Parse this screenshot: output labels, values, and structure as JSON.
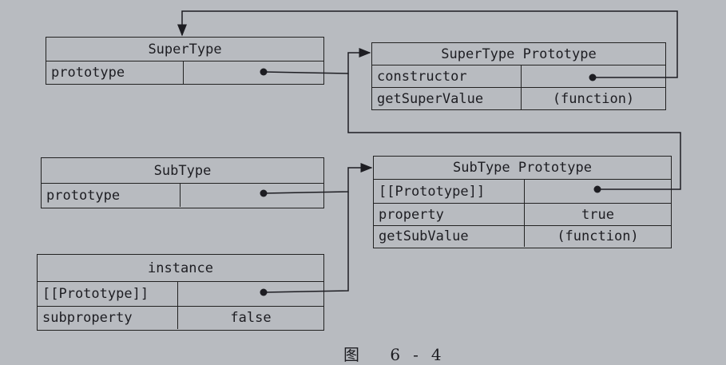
{
  "supertype": {
    "title": "SuperType",
    "rows": [
      {
        "key": "prototype",
        "value": ""
      }
    ]
  },
  "supertype_prototype": {
    "title": "SuperType Prototype",
    "rows": [
      {
        "key": "constructor",
        "value": ""
      },
      {
        "key": "getSuperValue",
        "value": "(function)"
      }
    ]
  },
  "subtype": {
    "title": "SubType",
    "rows": [
      {
        "key": "prototype",
        "value": ""
      }
    ]
  },
  "subtype_prototype": {
    "title": "SubType Prototype",
    "rows": [
      {
        "key": "[[Prototype]]",
        "value": ""
      },
      {
        "key": "property",
        "value": "true"
      },
      {
        "key": "getSubValue",
        "value": "(function)"
      }
    ]
  },
  "instance": {
    "title": "instance",
    "rows": [
      {
        "key": "[[Prototype]]",
        "value": ""
      },
      {
        "key": "subproperty",
        "value": "false"
      }
    ]
  },
  "caption": "图 6-4"
}
